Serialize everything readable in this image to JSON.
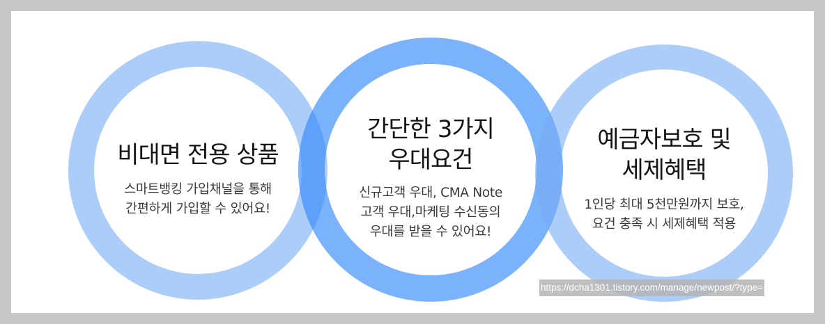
{
  "circles": [
    {
      "title": [
        "비대면 전용 상품"
      ],
      "desc": [
        "스마트뱅킹 가입채널을 통해",
        "간편하게 가입할 수 있어요!"
      ]
    },
    {
      "title": [
        "간단한 3가지",
        "우대요건"
      ],
      "desc": [
        "신규고객 우대, CMA Note",
        "고객 우대,마케팅 수신동의",
        "우대를 받을 수 있어요!"
      ]
    },
    {
      "title": [
        "예금자보호 및",
        "세제혜택"
      ],
      "desc": [
        "1인당 최대 5천만원까지 보호,",
        "요건 충족 시 세제혜택 적용"
      ]
    }
  ],
  "colors": {
    "outer_ring": "#76acf5",
    "center_ring": "#3488fa",
    "background": "#ffffff",
    "frame": "#c8c8c8"
  },
  "watermark": {
    "url": "https://dcha1301.tistory.com/manage/newpost/?type="
  }
}
